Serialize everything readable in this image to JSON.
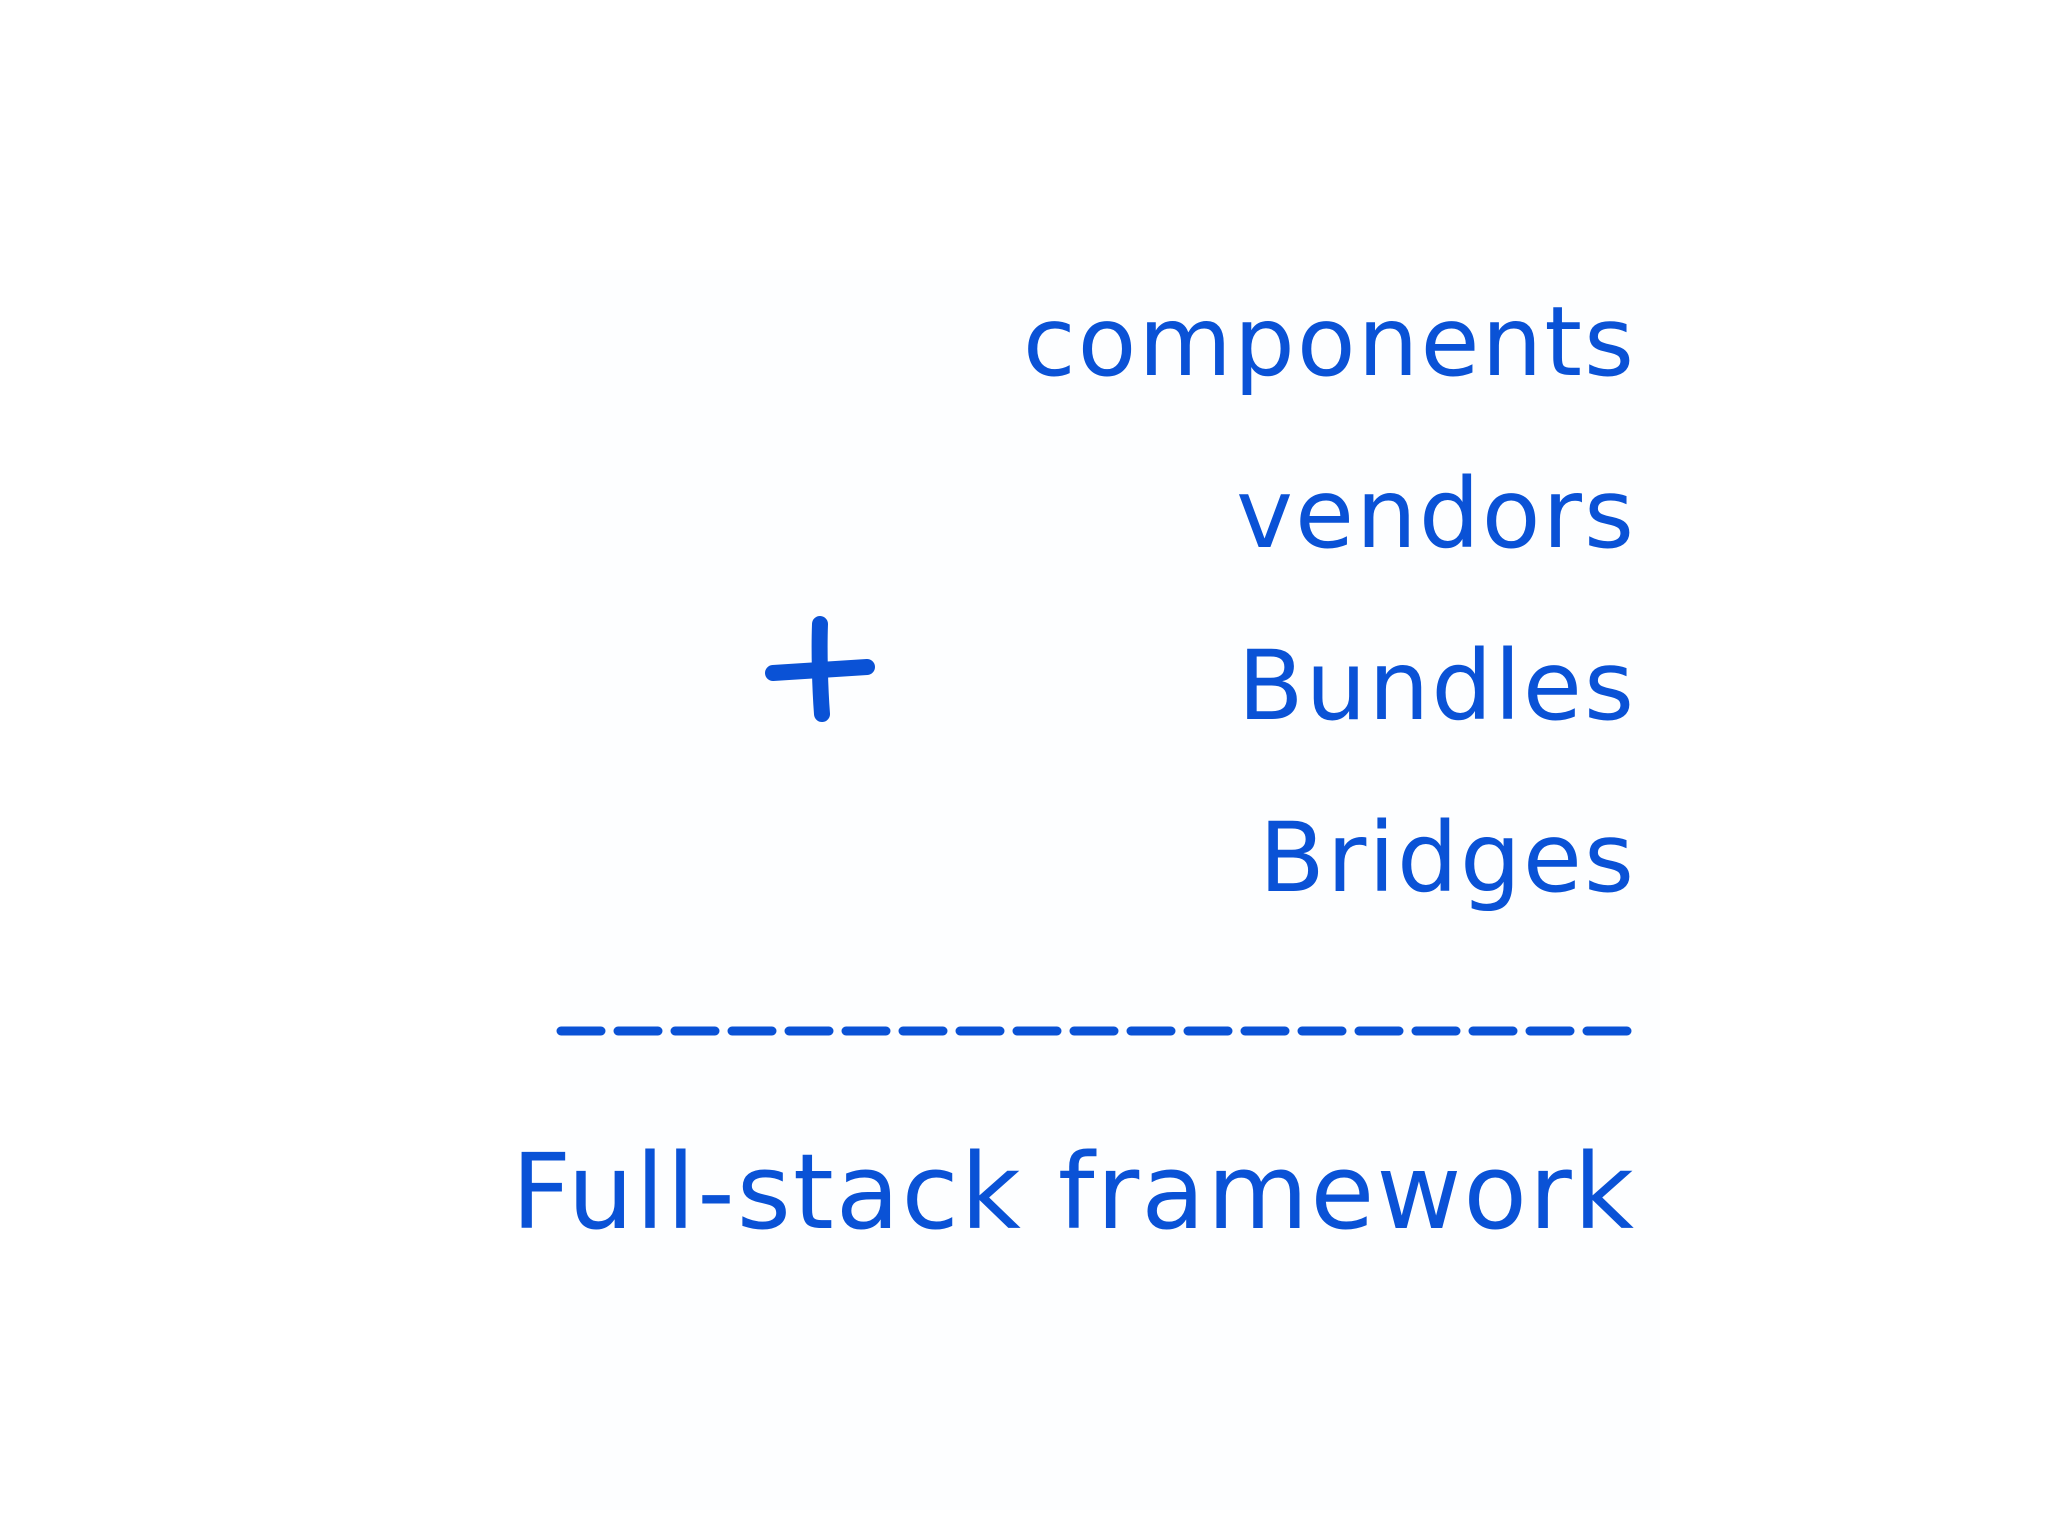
{
  "diagram": {
    "operator": "+",
    "addends": [
      "components",
      "vendors",
      "Bundles",
      "Bridges"
    ],
    "result": "Full-stack framework"
  },
  "colors": {
    "ink": "#0a52d6",
    "background": "#ffffff"
  }
}
